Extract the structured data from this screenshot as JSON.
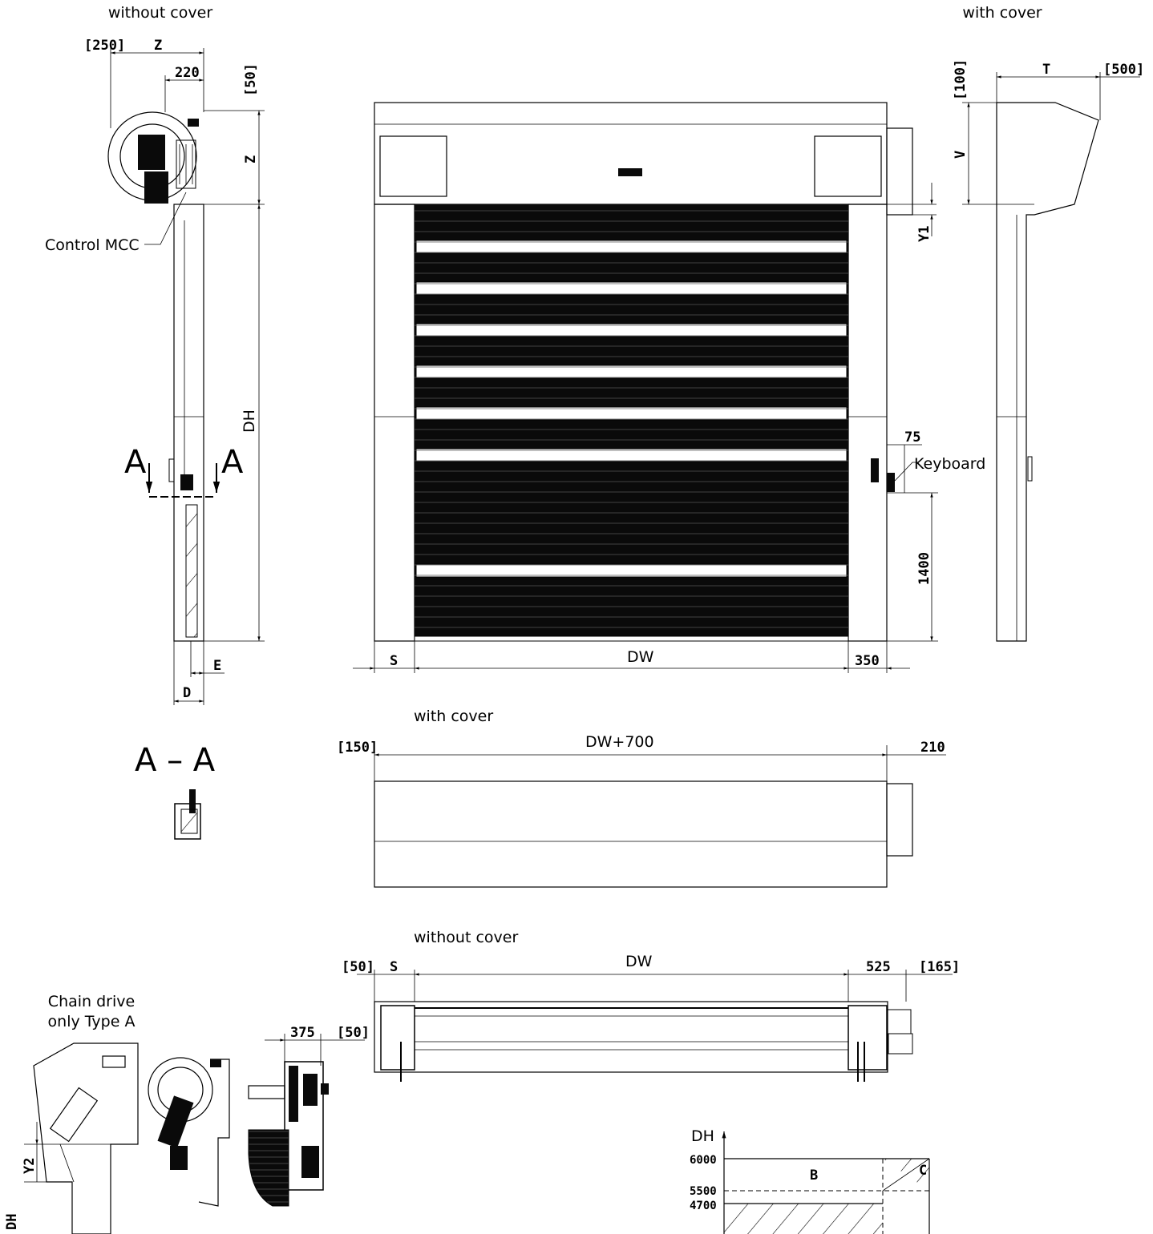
{
  "views": {
    "side_left_title": "without cover",
    "side_right_title": "with cover",
    "top_with_cover_title": "with cover",
    "top_without_cover_title": "without cover",
    "chain_drive_line1": "Chain drive",
    "chain_drive_line2": "only Type A",
    "section_label": "A – A",
    "section_mark_left": "A",
    "section_mark_right": "A"
  },
  "annotations": {
    "control_mcc": "Control MCC",
    "keyboard": "Keyboard"
  },
  "dimensions": {
    "left_250": "[250]",
    "left_z_top": "Z",
    "left_220": "220",
    "left_50": "[50]",
    "left_z_side": "Z",
    "left_dh": "DH",
    "left_e": "E",
    "left_d": "D",
    "front_y1": "Y1",
    "front_75": "75",
    "front_1400": "1400",
    "front_s": "S",
    "front_dw": "DW",
    "front_350": "350",
    "right_100": "[100]",
    "right_t": "T",
    "right_500": "[500]",
    "right_v": "V",
    "top_150": "[150]",
    "top_dw700": "DW+700",
    "top_210": "210",
    "bot_50": "[50]",
    "bot_s": "S",
    "bot_dw": "DW",
    "bot_525": "525",
    "bot_165": "[165]",
    "chain_375": "375",
    "chain_50": "[50]",
    "chain_y2": "Y2",
    "chain_dh": "DH"
  },
  "range_chart": {
    "axis_label": "DH",
    "ticks": [
      "6000",
      "5500",
      "4700"
    ],
    "zone_b": "B",
    "zone_c": "C"
  }
}
